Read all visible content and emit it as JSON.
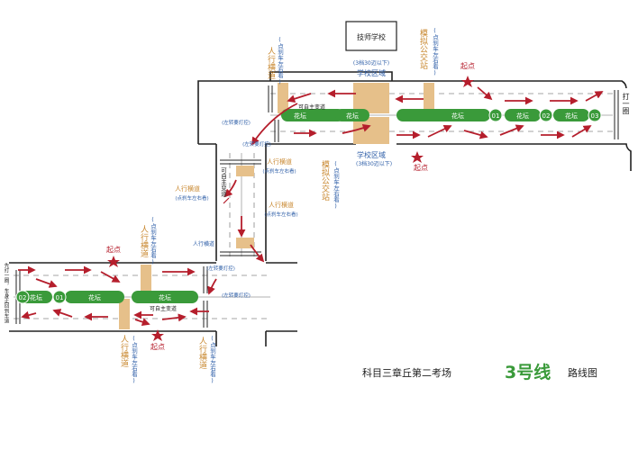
{
  "landmarks": {
    "school": "技师学校",
    "school_zone": "学校区域",
    "speed_limit": "(3档30迈以下)",
    "bus_stop": "模拟公交站",
    "crosswalk": "人行横道",
    "brake_look": "(点刹车左右看)",
    "flower_bed": "花坛",
    "main_road": "可自主变道",
    "turn_left_signal": "(左转要灯控)",
    "start_point": "起点",
    "u_turn_upper": "打一圈",
    "u_turn_lower": "先打一圈，车身正回到车道"
  },
  "markers": {
    "m1": "01",
    "m2": "02",
    "m3": "03"
  },
  "title": {
    "prefix": "科目三章丘第二考场",
    "route": "3号线",
    "suffix": "路线图"
  },
  "colors": {
    "road_line": "#222222",
    "bed_fill": "#3a9a3a",
    "crosswalk": "#e6c08a",
    "arrow": "#b51e2c",
    "label_orange": "#c8872e",
    "label_blue": "#2f5fa8",
    "title_green": "#3a9a3a"
  }
}
